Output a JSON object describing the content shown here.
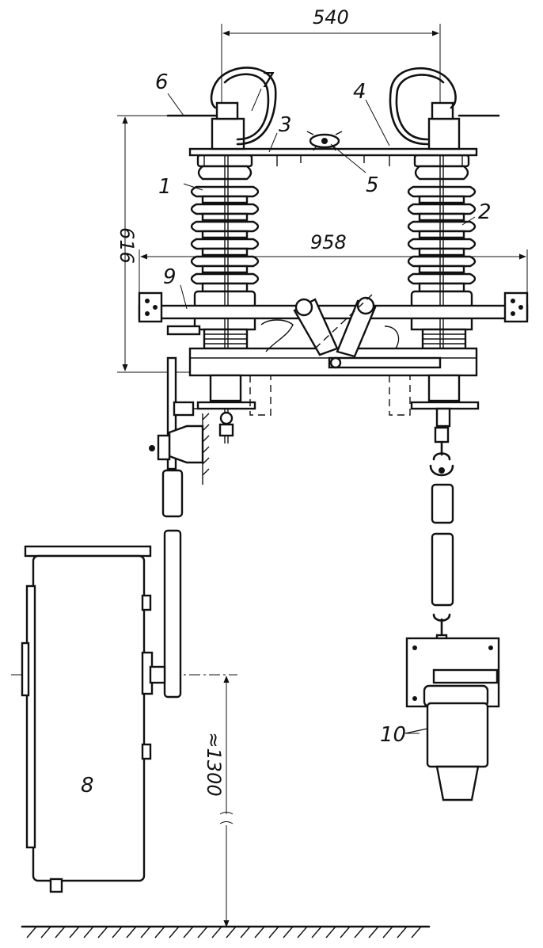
{
  "dimensions": {
    "top_width": "540",
    "frame_width": "958",
    "height": "616",
    "ground_height": "≈1300"
  },
  "callouts": {
    "n1": "1",
    "n2": "2",
    "n3": "3",
    "n4": "4",
    "n5": "5",
    "n6": "6",
    "n7": "7",
    "n8": "8",
    "n9": "9",
    "n10": "10"
  }
}
